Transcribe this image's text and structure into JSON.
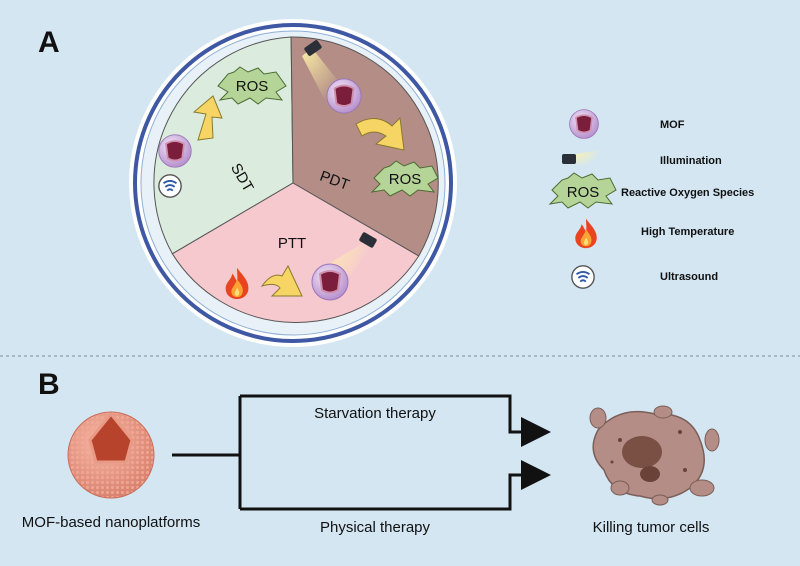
{
  "panel_a": {
    "letter": "A",
    "segments": {
      "sdt": "SDT",
      "pdt": "PDT",
      "ptt": "PTT"
    },
    "ros_labels": [
      "ROS",
      "ROS"
    ],
    "legend": [
      {
        "icon": "mof-icon",
        "label": "MOF"
      },
      {
        "icon": "illumination-icon",
        "label": "Illumination"
      },
      {
        "icon": "ros-icon",
        "label": "Reactive Oxygen Species",
        "icon_text": "ROS"
      },
      {
        "icon": "fire-icon",
        "label": "High Temperature"
      },
      {
        "icon": "ultrasound-icon",
        "label": "Ultrasound"
      }
    ]
  },
  "panel_b": {
    "letter": "B",
    "source_label": "MOF-based nanoplatforms",
    "top_branch": "Starvation therapy",
    "bottom_branch": "Physical therapy",
    "target_label": "Killing tumor cells"
  },
  "colors": {
    "background": "#d3e6f2",
    "sdt_fill": "#dbebdd",
    "pdt_fill": "#b38d86",
    "ptt_fill": "#f6c9cf",
    "ring": "#3f58a4",
    "arrow_yellow": "#f7d565",
    "ros_fill": "#b5d497"
  }
}
